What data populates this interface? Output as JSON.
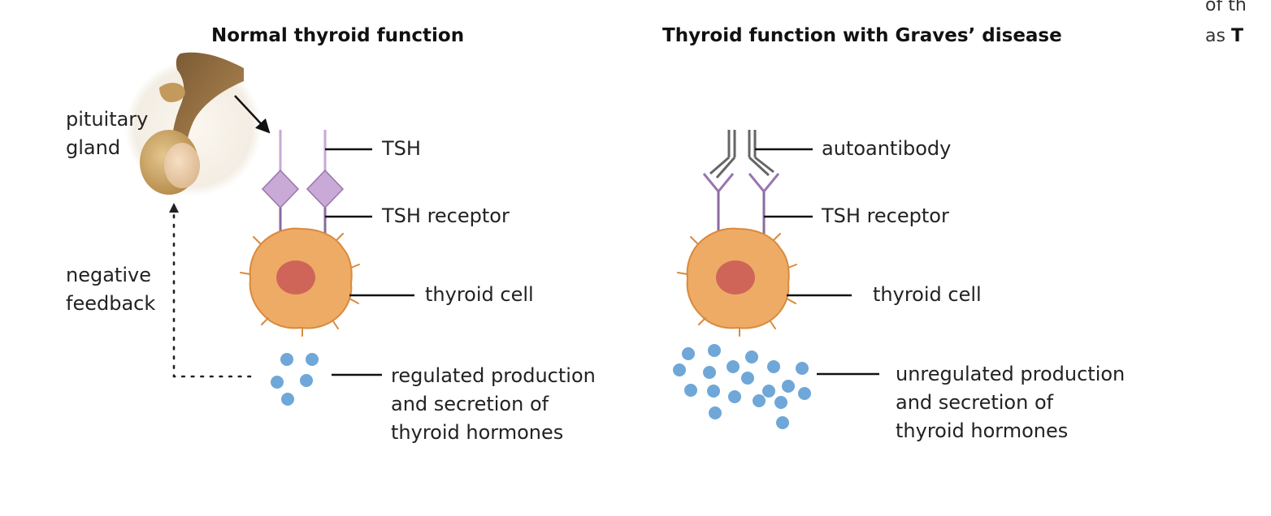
{
  "normal": {
    "title": "Normal thyroid function",
    "pituitary_lines": [
      "pituitary",
      "gland"
    ],
    "feedback_lines": [
      "negative",
      "feedback"
    ],
    "tsh": "TSH",
    "tsh_receptor": "TSH receptor",
    "thyroid_cell": "thyroid cell",
    "hormones_lines": [
      "regulated production",
      "and secretion of",
      "thyroid hormones"
    ]
  },
  "graves": {
    "title": "Thyroid function with Graves’ disease",
    "autoantibody": "autoantibody",
    "tsh_receptor": "TSH receptor",
    "thyroid_cell": "thyroid cell",
    "hormones_lines": [
      "unregulated production",
      "and secretion of",
      "thyroid hormones"
    ]
  },
  "clipped_text": {
    "line1": "of th",
    "line2_prefix": "as",
    "line2_bold": "T"
  },
  "colors": {
    "receptor": "#c9a9d6",
    "receptor_stroke": "#9a76ad",
    "antibody": "#666666",
    "cell": "#eeab66",
    "cell_stroke": "#d98a3c",
    "nucleus": "#cf6559",
    "hormone": "#6fa7d8",
    "pituitary": "#c9a05a"
  },
  "icons": {
    "pituitary": "pituitary-gland-illustration",
    "feedback_arrow": "dotted-feedback-arrow",
    "signal_arrow": "arrow-icon"
  }
}
